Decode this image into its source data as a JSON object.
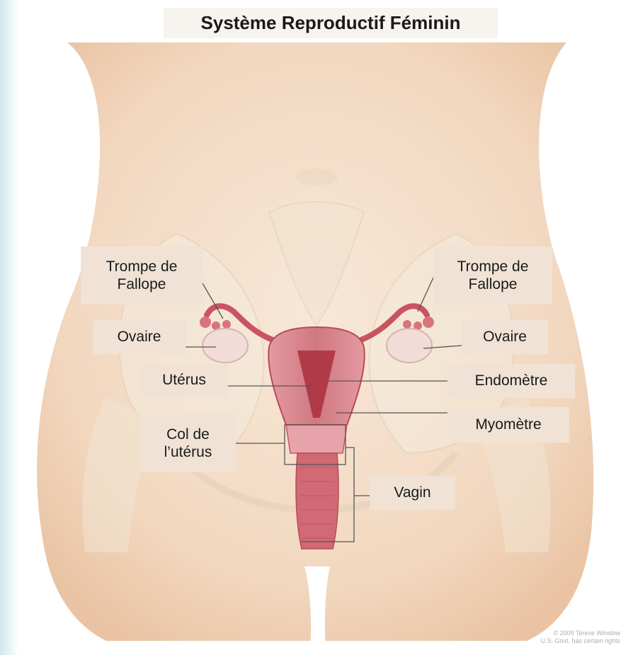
{
  "title": "Système Reproductif Féminin",
  "labels": {
    "fallopian_left": "Trompe de\nFallope",
    "fallopian_right": "Trompe de\nFallope",
    "ovary_left": "Ovaire",
    "ovary_right": "Ovaire",
    "uterus": "Utérus",
    "endometrium": "Endomètre",
    "myometrium": "Myomètre",
    "cervix": "Col de\nl’utérus",
    "vagina": "Vagin"
  },
  "credit": {
    "line1": "© 2009 Terese Winslow",
    "line2": "U.S. Govt. has certain rights"
  },
  "colors": {
    "skin": "#f3dcc6",
    "label_bg": "#f0e3d6",
    "organ": "#d9808a",
    "organ_dark": "#b84a55",
    "bone": "#f4ecdd"
  }
}
